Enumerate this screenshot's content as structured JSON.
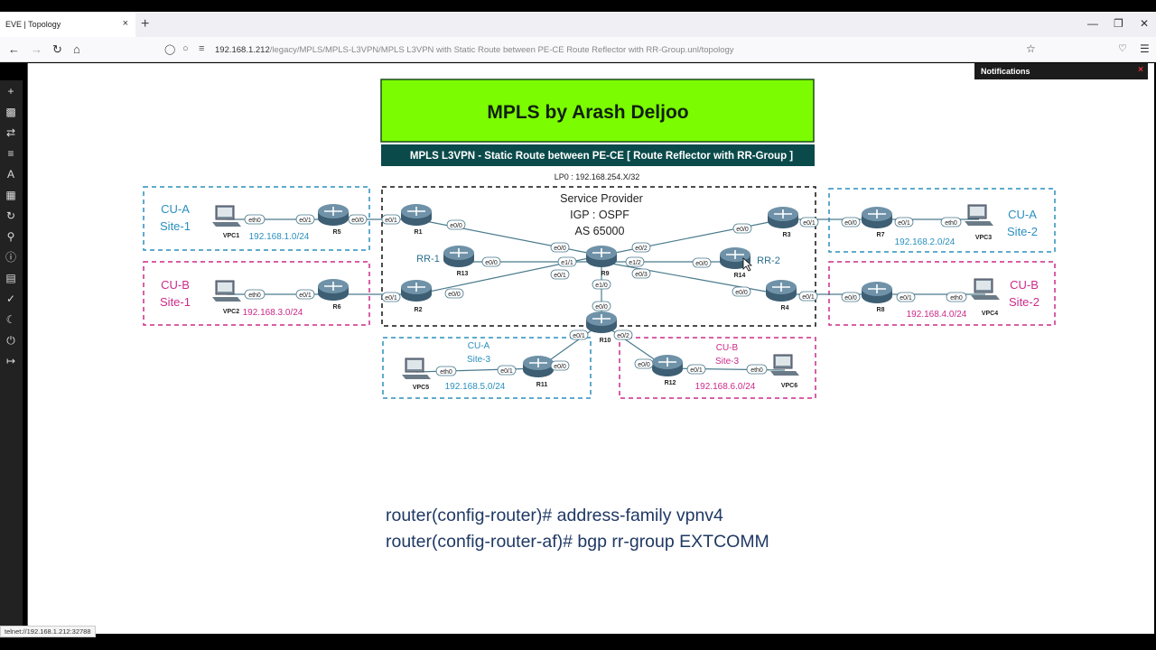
{
  "browser": {
    "tab_title": "EVE | Topology",
    "tab_close": "×",
    "new_tab": "+",
    "url_host": "192.168.1.212",
    "url_path": "/legacy/MPLS/MPLS-L3VPN/MPLS L3VPN with Static Route between PE-CE Route Reflector with RR-Group.unl/topology",
    "status_url": "telnet://192.168.1.212:32788"
  },
  "notifications": {
    "title": "Notifications",
    "close": "×"
  },
  "diagram": {
    "banner_title": "MPLS by Arash Deljoo",
    "subtitle": "MPLS L3VPN - Static Route between PE-CE [ Route Reflector with RR-Group ]",
    "loopback": "LP0 : 192.168.254.X/32",
    "sp_line1": "Service Provider",
    "sp_line2": "IGP : OSPF",
    "sp_line3": "AS 65000",
    "sites": {
      "cua1": [
        "CU-A",
        "Site-1"
      ],
      "cub1": [
        "CU-B",
        "Site-1"
      ],
      "cua2": [
        "CU-A",
        "Site-2"
      ],
      "cub2": [
        "CU-B",
        "Site-2"
      ],
      "cua3": [
        "CU-A",
        "Site-3"
      ],
      "cub3": [
        "CU-B",
        "Site-3"
      ]
    },
    "subnets": {
      "s1": "192.168.1.0/24",
      "s2": "192.168.2.0/24",
      "s3": "192.168.3.0/24",
      "s4": "192.168.4.0/24",
      "s5": "192.168.5.0/24",
      "s6": "192.168.6.0/24"
    },
    "rr1": "RR-1",
    "rr2": "RR-2",
    "nodes": {
      "r1": "R1",
      "r2": "R2",
      "r3": "R3",
      "r4": "R4",
      "r5": "R5",
      "r6": "R6",
      "r7": "R7",
      "r8": "R8",
      "r9": "R9",
      "r10": "R10",
      "r11": "R11",
      "r12": "R12",
      "r13": "R13",
      "r14": "R14",
      "vpc1": "VPC1",
      "vpc2": "VPC2",
      "vpc3": "VPC3",
      "vpc4": "VPC4",
      "vpc5": "VPC5",
      "vpc6": "VPC6"
    },
    "ifaces": {
      "eth0": "eth0",
      "e00": "e0/0",
      "e01": "e0/1",
      "e02": "e0/2",
      "e03": "e0/3",
      "e11": "e1/1",
      "e12": "e1/2",
      "e10": "e1/0"
    },
    "cmd1": "router(config-router)# address-family vpnv4",
    "cmd2": "router(config-router-af)# bgp rr-group EXTCOMM"
  },
  "colors": {
    "banner": "#7cfc00",
    "subtitle_bg": "#0b4a4a",
    "cu_a": "#2a8fbd",
    "cu_b": "#cc2a8a",
    "cmd": "#1f3864"
  }
}
